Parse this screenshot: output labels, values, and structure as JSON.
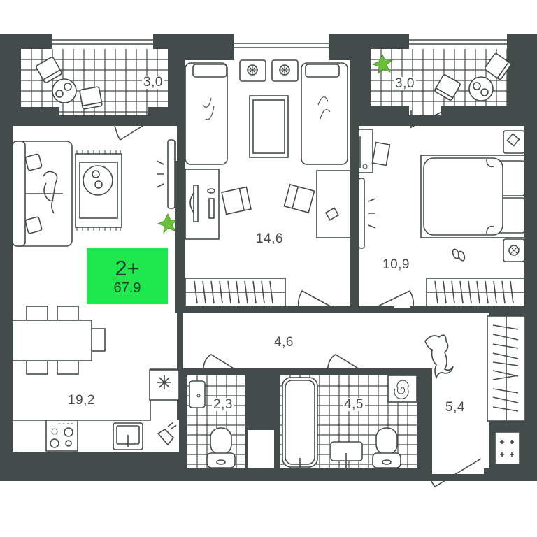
{
  "badge": {
    "rooms": "2+",
    "total_area": "67.9",
    "color": "#1ee84c"
  },
  "rooms": [
    {
      "id": "balcony-left",
      "type": "balcony",
      "area": "3,0"
    },
    {
      "id": "kids-bedroom",
      "type": "bedroom",
      "area": "14,6"
    },
    {
      "id": "balcony-right",
      "type": "balcony",
      "area": "3,0"
    },
    {
      "id": "master-bedroom",
      "type": "bedroom",
      "area": "10,9"
    },
    {
      "id": "corridor",
      "type": "hallway",
      "area": "4,6"
    },
    {
      "id": "kitchen-living",
      "type": "kitchen-living",
      "area": "19,2"
    },
    {
      "id": "toilet",
      "type": "wc",
      "area": "2,3"
    },
    {
      "id": "bathroom",
      "type": "bathroom",
      "area": "4,5"
    },
    {
      "id": "entrance-hall",
      "type": "entrance",
      "area": "5,4"
    }
  ],
  "colors": {
    "wall": "#434c4a",
    "floor": "#ffffff",
    "plant": "#6cc13a"
  }
}
